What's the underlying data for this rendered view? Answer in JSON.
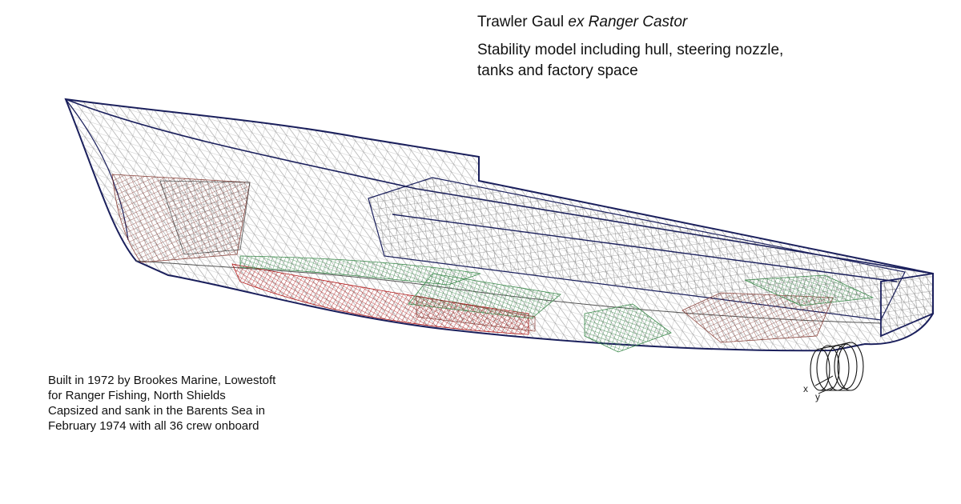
{
  "title": {
    "main": "Trawler Gaul",
    "italic": "ex Ranger Castor"
  },
  "subtitle": {
    "line1": "Stability model including hull, steering nozzle,",
    "line2": "tanks and factory space"
  },
  "notes": [
    "Built in 1972 by Brookes Marine, Lowestoft",
    "for Ranger Fishing, North Shields",
    "Capsized and sank in the Barents Sea in",
    "February 1974 with all 36 crew onboard"
  ],
  "axes": {
    "x": "x",
    "y": "y"
  },
  "colors": {
    "hull_outline": "#1a1f5c",
    "mesh": "#9a9a9a",
    "tank_red": "#b01a1a",
    "tank_brown": "#7a2a22",
    "tank_green": "#3c8a4c"
  }
}
